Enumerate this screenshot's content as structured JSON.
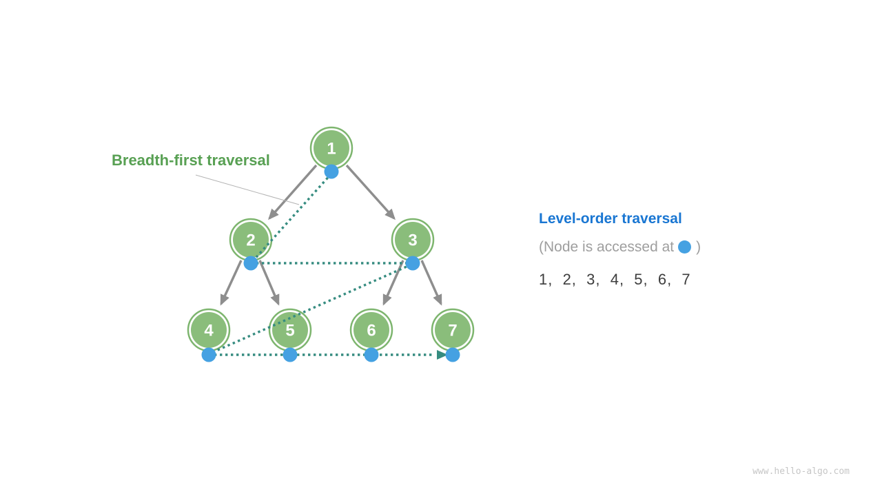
{
  "annotations": {
    "breadth_first_label": "Breadth-first traversal"
  },
  "legend": {
    "heading": "Level-order traversal",
    "note_prefix": "(Node is accessed at",
    "note_suffix": ")",
    "sequence": "1,  2,  3,  4,  5,  6,  7"
  },
  "tree": {
    "nodes": [
      "1",
      "2",
      "3",
      "4",
      "5",
      "6",
      "7"
    ],
    "edges": [
      [
        "1",
        "2"
      ],
      [
        "1",
        "3"
      ],
      [
        "2",
        "4"
      ],
      [
        "2",
        "5"
      ],
      [
        "3",
        "6"
      ],
      [
        "3",
        "7"
      ]
    ],
    "traversal_order": [
      1,
      2,
      3,
      4,
      5,
      6,
      7
    ]
  },
  "footer": {
    "watermark": "www.hello-algo.com"
  },
  "colors": {
    "node_green": "#8ABD7B",
    "node_ring_green": "#7DB56E",
    "access_dot_blue": "#45A1E2",
    "path_teal": "#368C80",
    "heading_green": "#58A053",
    "heading_blue": "#1976D2",
    "edge_gray": "#8E8E8E",
    "note_gray": "#9E9E9E",
    "sequence_dark": "#3D3D3D",
    "watermark_gray": "#C6C6C6",
    "node_label_white": "#FFFFFF"
  }
}
